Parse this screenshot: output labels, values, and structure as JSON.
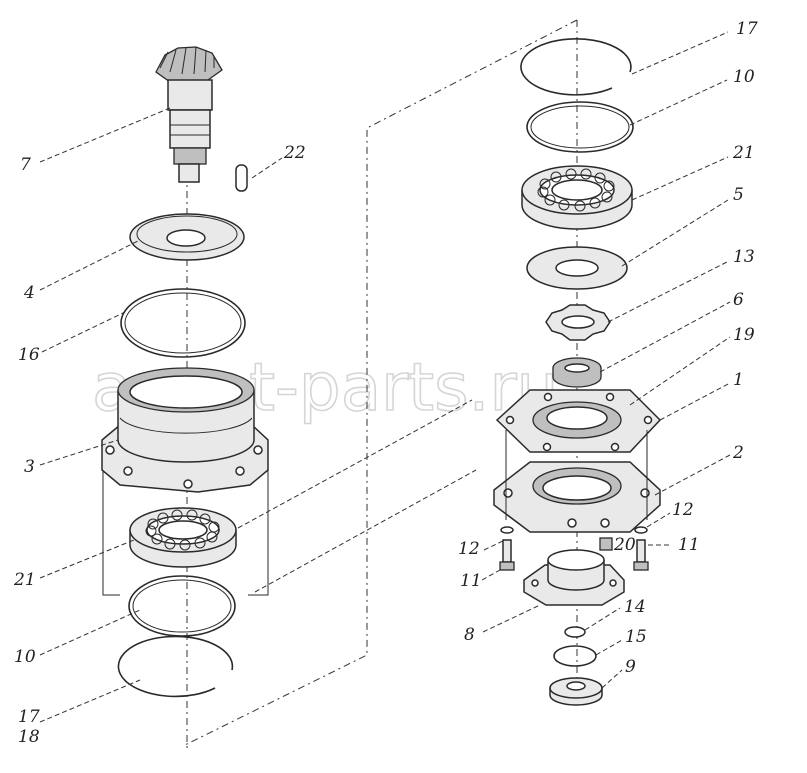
{
  "watermark": "ansat-parts.ru",
  "labels": {
    "l7": "7",
    "l22": "22",
    "l4": "4",
    "l16": "16",
    "l3": "3",
    "l21L": "21",
    "l10L": "10",
    "l17L": "17",
    "l18": "18",
    "l17R": "17",
    "l10R": "10",
    "l21R": "21",
    "l5": "5",
    "l13": "13",
    "l6": "6",
    "l19": "19",
    "l1": "1",
    "l2": "2",
    "l12a": "12",
    "l12b": "12",
    "l20": "20",
    "l11a": "11",
    "l11b": "11",
    "l8": "8",
    "l14": "14",
    "l15": "15",
    "l9": "9"
  }
}
